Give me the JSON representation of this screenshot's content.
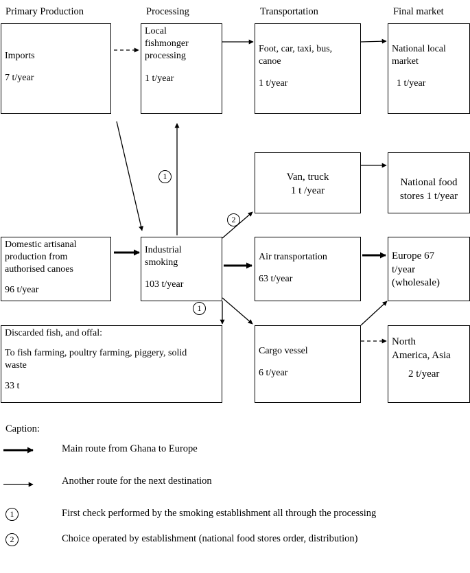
{
  "headers": {
    "primary": "Primary Production",
    "processing": "Processing",
    "transportation": "Transportation",
    "final": "Final market"
  },
  "boxes": {
    "imports": {
      "title": "Imports",
      "value": "7 t/year"
    },
    "local_proc": {
      "title": "Local\nfishmonger\nprocessing",
      "value": "1 t/year"
    },
    "foot_transport": {
      "title": "Foot, car, taxi, bus,\ncanoe",
      "value": "1 t/year"
    },
    "national_local": {
      "title": "National local\nmarket",
      "value": "1 t/year"
    },
    "van_truck": {
      "title": "Van, truck\n1 t /year"
    },
    "national_food": {
      "title": "National food\nstores 1 t/year"
    },
    "domestic": {
      "title": "Domestic artisanal\nproduction from\nauthorised canoes",
      "value": "96 t/year"
    },
    "industrial": {
      "title": "Industrial\nsmoking",
      "value": "103 t/year"
    },
    "air": {
      "title": "Air transportation",
      "value": "63 t/year"
    },
    "europe": {
      "title": "Europe 67\nt/year\n(wholesale)"
    },
    "discarded": {
      "title": "Discarded fish, and offal:",
      "desc": "To fish farming, poultry farming, piggery, solid\nwaste",
      "value": "33 t"
    },
    "cargo": {
      "title": "Cargo vessel",
      "value": "6 t/year"
    },
    "north_america": {
      "title": "North\nAmerica, Asia",
      "value": "2 t/year"
    }
  },
  "markers": {
    "one": "1",
    "two": "2"
  },
  "caption": {
    "title": "Caption:",
    "main_route": "Main route from Ghana to Europe",
    "other_route": "Another route for the next destination",
    "first_check": "First check performed by the smoking establishment all through the processing",
    "choice": "Choice operated by establishment (national food stores order, distribution)"
  }
}
